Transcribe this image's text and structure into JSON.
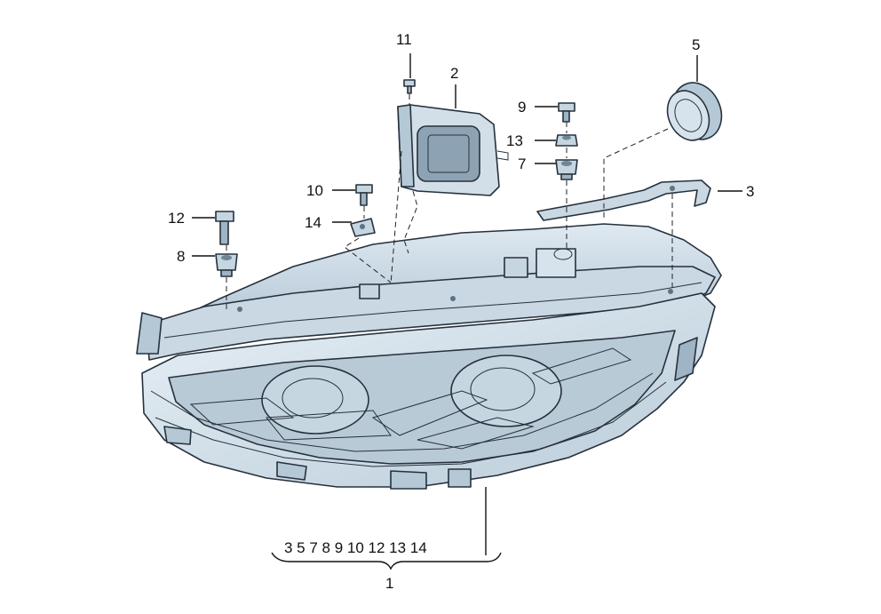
{
  "callouts": {
    "c1": "1",
    "c2": "2",
    "c3": "3",
    "c5": "5",
    "c7": "7",
    "c8": "8",
    "c9": "9",
    "c10": "10",
    "c11": "11",
    "c12": "12",
    "c13": "13",
    "c14": "14"
  },
  "assembly_contents": "3 5 7 8 9 10 12 13 14",
  "colors": {
    "body_light": "#d7e3ec",
    "body_mid": "#b4c8d6",
    "body_dark": "#8da3b4",
    "outline": "#26313d"
  }
}
